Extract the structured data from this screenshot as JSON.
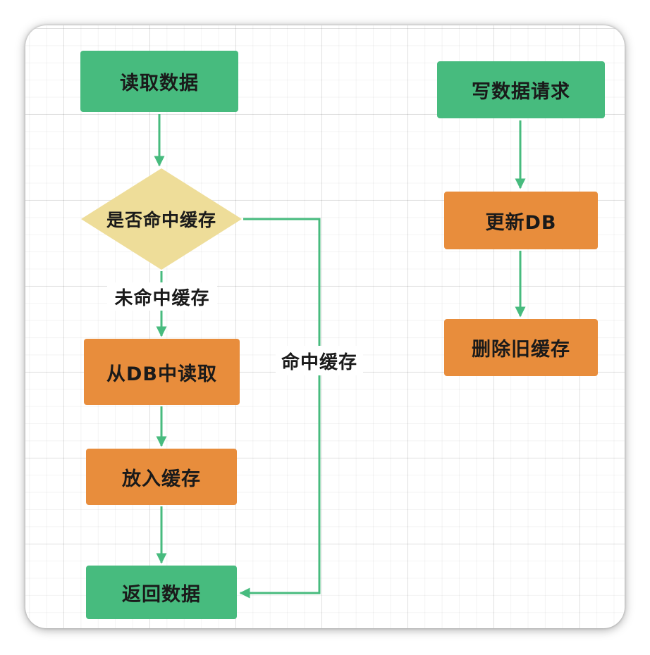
{
  "colors": {
    "start_end": "#47bb7e",
    "process": "#e88d3c",
    "decision": "#eedd99",
    "edge": "#47bb7e"
  },
  "read_flow": {
    "start": "读取数据",
    "decision": "是否命中缓存",
    "miss_label": "未命中缓存",
    "hit_label": "命中缓存",
    "read_db": "从DB中读取",
    "put_cache": "放入缓存",
    "return": "返回数据"
  },
  "write_flow": {
    "start": "写数据请求",
    "update_db": "更新DB",
    "delete_cache": "删除旧缓存"
  }
}
